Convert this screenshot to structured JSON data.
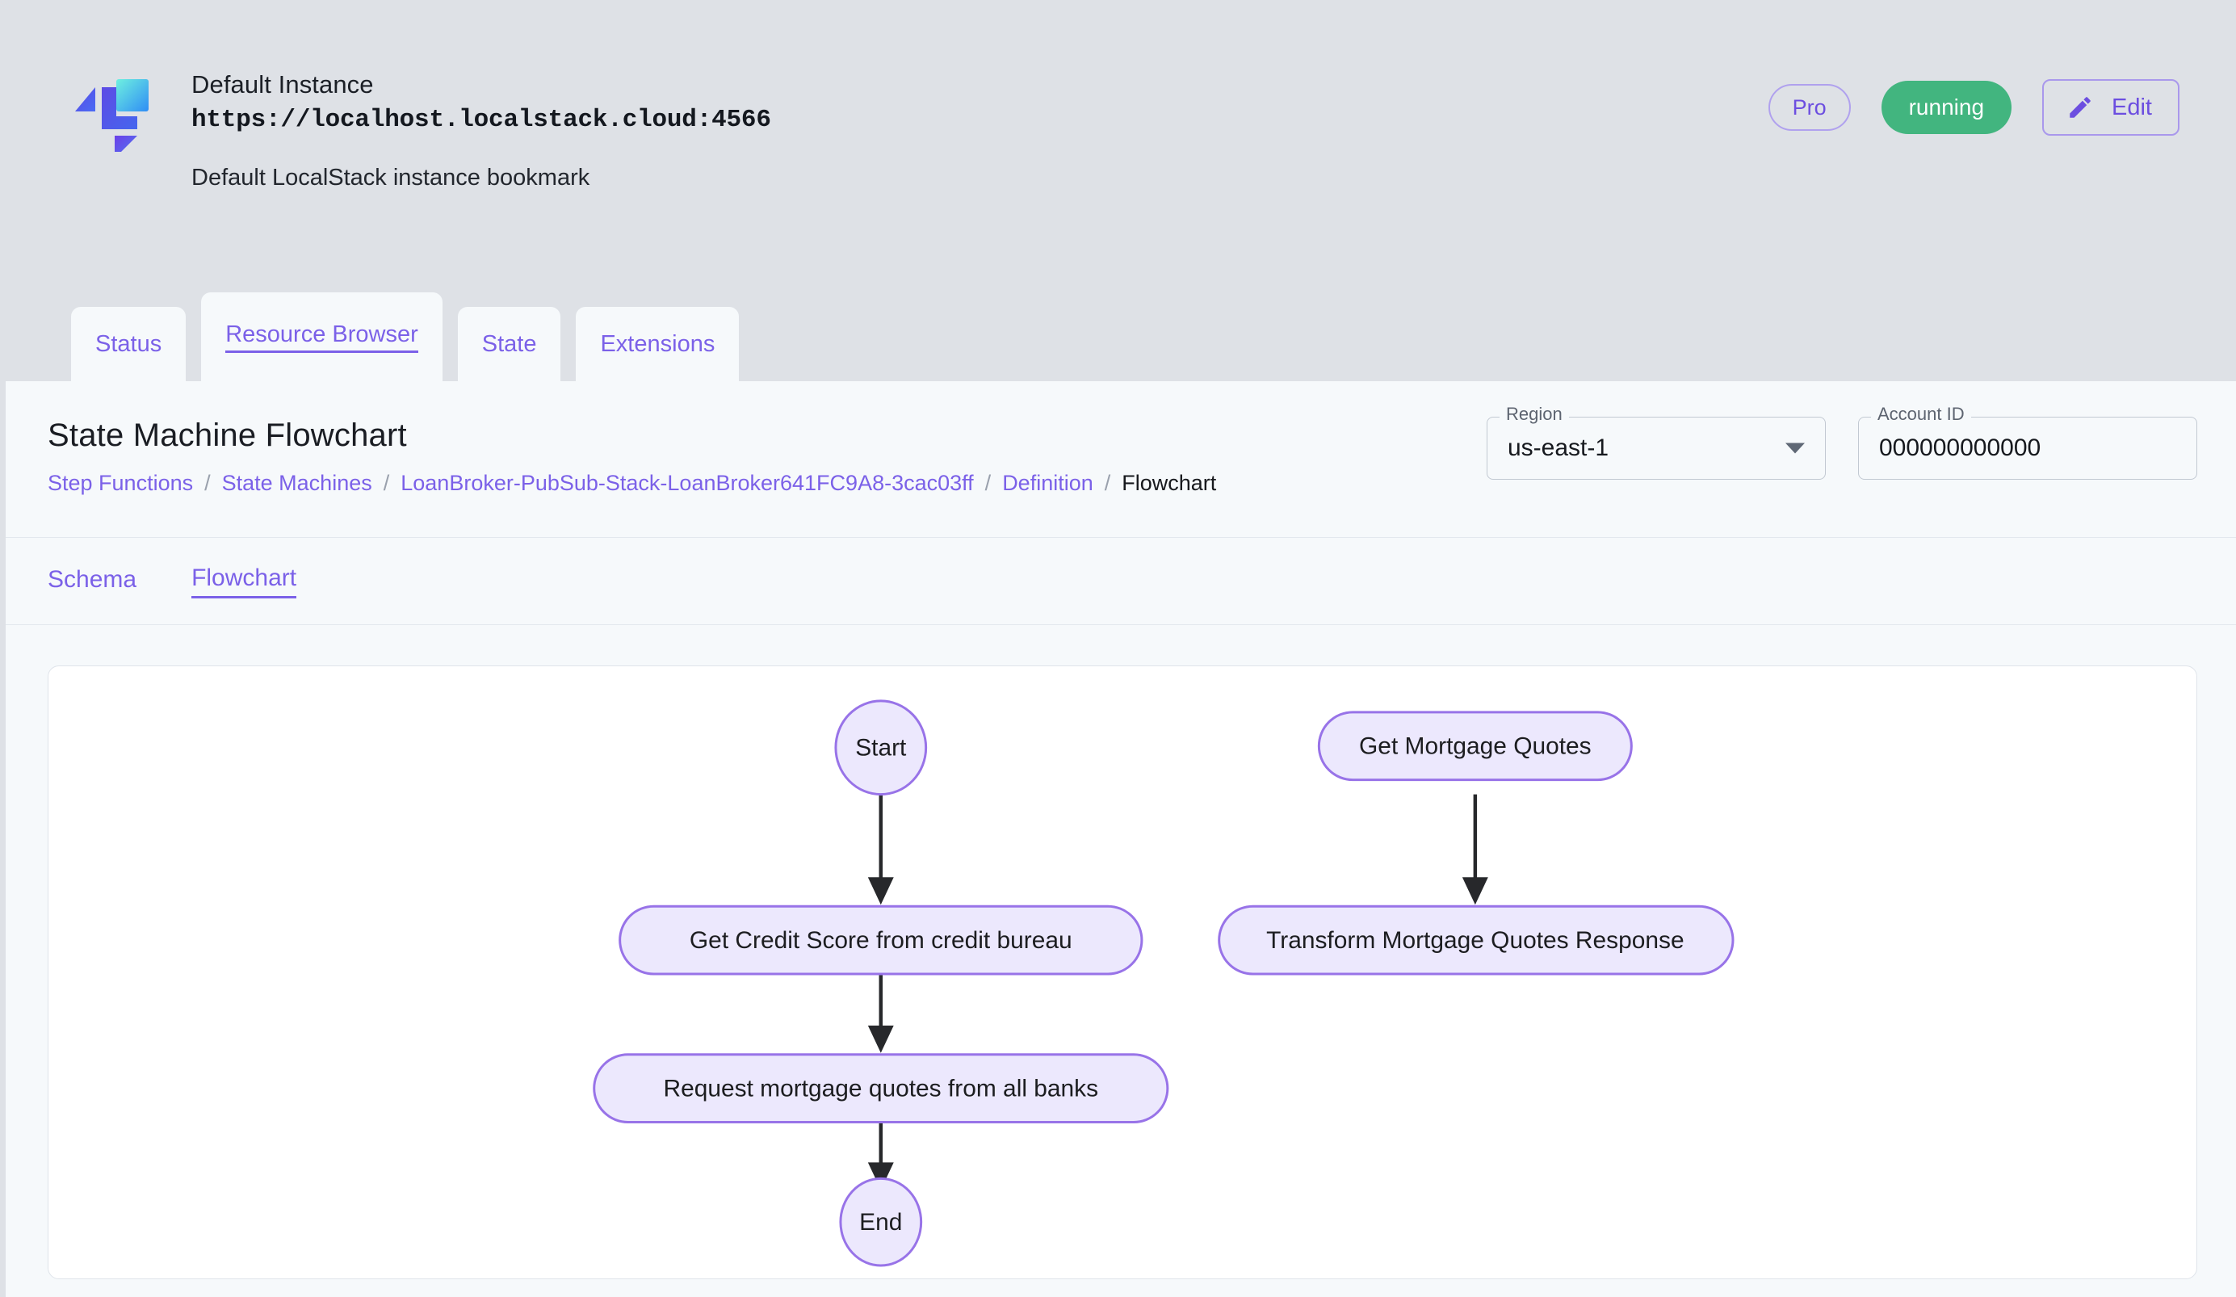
{
  "header": {
    "logo_icon": "localstack-logo-icon",
    "instance_name": "Default Instance",
    "instance_url": "https://localhost.localstack.cloud:4566",
    "instance_description": "Default LocalStack instance bookmark",
    "pro_badge": "Pro",
    "status_badge": "running",
    "edit_button": "Edit",
    "edit_icon": "pencil-icon",
    "status_color": "#42b57f",
    "accent_color": "#7b61e8",
    "background_color": "#dee1e6"
  },
  "tabs": [
    {
      "label": "Status",
      "active": false
    },
    {
      "label": "Resource Browser",
      "active": true
    },
    {
      "label": "State",
      "active": false
    },
    {
      "label": "Extensions",
      "active": false
    }
  ],
  "page": {
    "title": "State Machine Flowchart",
    "breadcrumb": [
      {
        "label": "Step Functions",
        "current": false
      },
      {
        "label": "State Machines",
        "current": false
      },
      {
        "label": "LoanBroker-PubSub-Stack-LoanBroker641FC9A8-3cac03ff",
        "current": false
      },
      {
        "label": "Definition",
        "current": false
      },
      {
        "label": "Flowchart",
        "current": true
      }
    ],
    "breadcrumb_separator": "/"
  },
  "selectors": {
    "region": {
      "label": "Region",
      "value": "us-east-1",
      "caret_icon": "chevron-down-icon"
    },
    "account": {
      "label": "Account ID",
      "value": "000000000000"
    }
  },
  "subtabs": [
    {
      "label": "Schema",
      "active": false
    },
    {
      "label": "Flowchart",
      "active": true
    }
  ],
  "flowchart": {
    "nodes": [
      {
        "id": "start",
        "label": "Start",
        "shape": "ellipse"
      },
      {
        "id": "credit",
        "label": "Get Credit Score from credit bureau",
        "shape": "rounded-rect"
      },
      {
        "id": "request",
        "label": "Request mortgage quotes from all banks",
        "shape": "rounded-rect"
      },
      {
        "id": "end",
        "label": "End",
        "shape": "ellipse"
      },
      {
        "id": "getquotes",
        "label": "Get Mortgage Quotes",
        "shape": "rounded-rect"
      },
      {
        "id": "transform",
        "label": "Transform Mortgage Quotes Response",
        "shape": "rounded-rect"
      }
    ],
    "edges": [
      {
        "from": "start",
        "to": "credit"
      },
      {
        "from": "credit",
        "to": "request"
      },
      {
        "from": "request",
        "to": "end"
      },
      {
        "from": "getquotes",
        "to": "transform"
      }
    ],
    "node_fill": "#ece8fd",
    "node_stroke": "#9873e8",
    "edge_color": "#27282b"
  }
}
